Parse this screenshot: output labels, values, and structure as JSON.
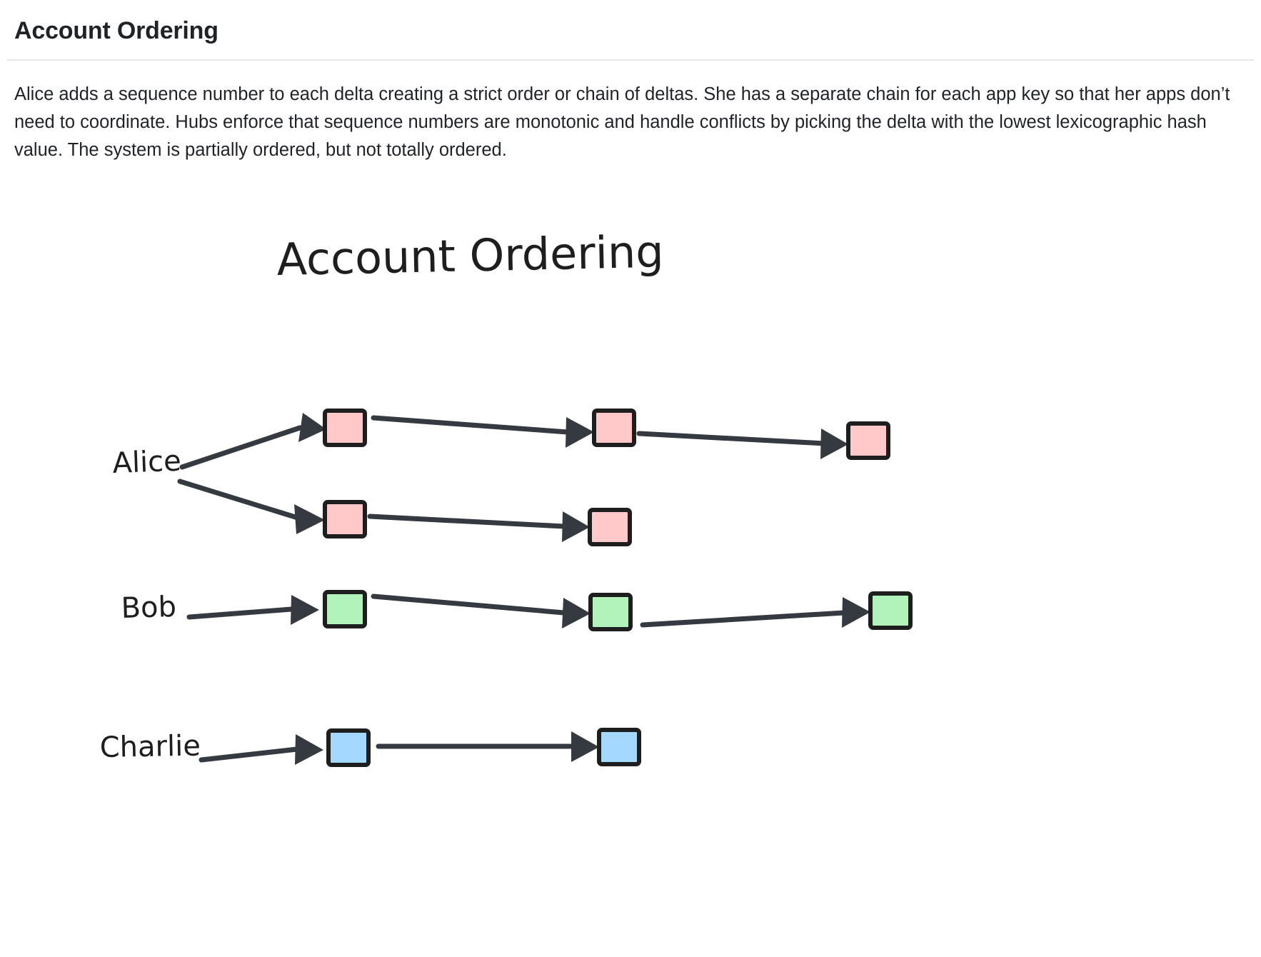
{
  "header": {
    "title": "Account Ordering"
  },
  "main": {
    "paragraph": "Alice adds a sequence number to each delta creating a strict order or chain of deltas. She has a separate chain for each app key so that her apps don’t need to coordinate. Hubs enforce that sequence numbers are monotonic and handle conflicts by picking the delta with the lowest lexicographic hash value. The system is partially ordered, but not totally ordered."
  },
  "diagram": {
    "title": "Account Ordering",
    "colors": {
      "stroke": "#1e1e1e",
      "edge": "#343a40",
      "alice_fill": "#ffc9c9",
      "bob_fill": "#b2f2bb",
      "charlie_fill": "#a5d8ff",
      "background": "#ffffff"
    },
    "actors": [
      {
        "name": "Alice",
        "label": "Alice",
        "fill": "#ffc9c9",
        "chains": [
          {
            "id": "alice-chain-1",
            "delta_count": 3
          },
          {
            "id": "alice-chain-2",
            "delta_count": 2
          }
        ]
      },
      {
        "name": "Bob",
        "label": "Bob",
        "fill": "#b2f2bb",
        "chains": [
          {
            "id": "bob-chain-1",
            "delta_count": 3
          }
        ]
      },
      {
        "name": "Charlie",
        "label": "Charlie",
        "fill": "#a5d8ff",
        "chains": [
          {
            "id": "charlie-chain-1",
            "delta_count": 2
          }
        ]
      }
    ]
  }
}
